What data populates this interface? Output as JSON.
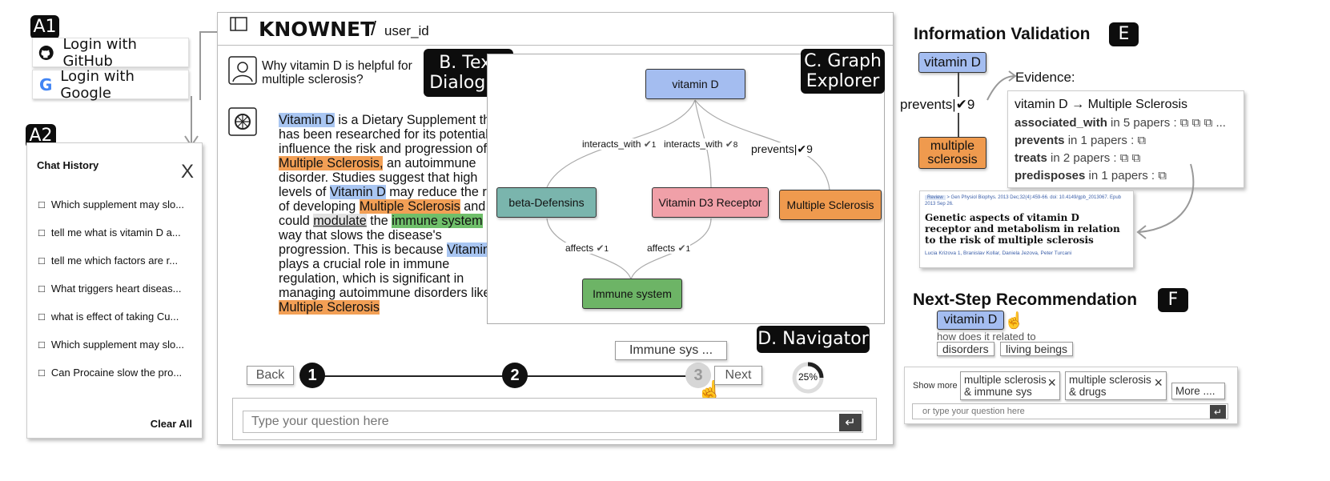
{
  "tags": {
    "a1": "A1",
    "a2": "A2",
    "b": "B. Text\nDialogue",
    "c": "C. Graph\nExplorer",
    "d": "D. Navigator",
    "e": "E",
    "f": "F"
  },
  "login": {
    "github": "Login with GitHub",
    "google": "Login with Google"
  },
  "history": {
    "title": "Chat History",
    "close": "X",
    "items": [
      "Which supplement may slo...",
      "tell me what is vitamin D a...",
      "tell me which factors are r...",
      "What triggers heart diseas...",
      "what is effect of taking Cu...",
      "Which supplement may slo...",
      "Can Procaine slow the pro..."
    ],
    "clear": "Clear All"
  },
  "header": {
    "app": "KNOWNET",
    "sep": "/",
    "user": "user_id"
  },
  "dialogue": {
    "question": "Why vitamin D is helpful for multiple sclerosis?",
    "answer": [
      {
        "t": "Vitamin D",
        "h": "blue"
      },
      {
        "t": " is a Dietary Supplement that has been researched for its potential to influence the risk and progression of ",
        "h": ""
      },
      {
        "t": "Multiple Sclerosis,",
        "h": "orange"
      },
      {
        "t": " an autoimmune disorder. Studies suggest that high levels of ",
        "h": ""
      },
      {
        "t": "Vitamin D",
        "h": "blue"
      },
      {
        "t": " may reduce the risk of developing ",
        "h": ""
      },
      {
        "t": "Multiple Sclerosis",
        "h": "orange"
      },
      {
        "t": " and could ",
        "h": ""
      },
      {
        "t": "modulate",
        "h": "gray"
      },
      {
        "t": " the ",
        "h": ""
      },
      {
        "t": "immune system",
        "h": "green"
      },
      {
        "t": " in a way that slows the disease's progression. This is because ",
        "h": ""
      },
      {
        "t": "Vitamin D",
        "h": "blue"
      },
      {
        "t": " plays a crucial role in immune regulation, which is significant in managing autoimmune disorders like ",
        "h": ""
      },
      {
        "t": "Multiple Sclerosis",
        "h": "orange"
      }
    ]
  },
  "graph": {
    "nodes": {
      "vitd": "vitamin D",
      "beta": "beta-Defensins",
      "vdr": "Vitamin D3 Receptor",
      "ms": "Multiple Sclerosis",
      "immune": "Immune system"
    },
    "edges": {
      "e1": "interacts_with",
      "e1n": "1",
      "e2": "interacts_with",
      "e2n": "8",
      "e3": "prevents",
      "e3n": "9",
      "e4": "affects",
      "e4n": "1",
      "e5": "affects",
      "e5n": "1"
    },
    "colors": {
      "vitd": "#a4bdf0",
      "beta": "#7ab5ad",
      "vdr": "#f0a0a8",
      "ms": "#ef9a4e",
      "immune": "#6db466"
    }
  },
  "navigator": {
    "back": "Back",
    "next": "Next",
    "steps": [
      "1",
      "2",
      "3"
    ],
    "tooltip": "Immune sys ...",
    "progress_label": "25%",
    "progress": 0.25
  },
  "input": {
    "placeholder": "Type your question here"
  },
  "validation": {
    "title": "Information Validation",
    "source": "vitamin D",
    "relation": "prevents",
    "count": "9",
    "target": "multiple\nsclerosis",
    "evidence_label": "Evidence:",
    "card_title": "vitamin D → Multiple Sclerosis",
    "rows": [
      {
        "rel": "associated_with",
        "text": " in 5 papers :",
        "links": 3,
        "more": "..."
      },
      {
        "rel": "prevents",
        "text": " in 1 papers :",
        "links": 1,
        "more": ""
      },
      {
        "rel": "treats",
        "text": " in 2 papers :",
        "links": 2,
        "more": ""
      },
      {
        "rel": "predisposes",
        "text": " in 1 papers :",
        "links": 1,
        "more": ""
      }
    ],
    "paper": {
      "meta_tag": "Review",
      "meta": "> Gen Physiol Biophys. 2013 Dec;32(4):459-66. doi: 10.4149/gpb_2013067. Epub 2013 Sep 26.",
      "title": "Genetic aspects of vitamin D receptor and metabolism in relation to the risk of multiple sclerosis",
      "authors": "Lucia Krizova 1, Branislav Kollar, Daniela Jezova, Peter Turcani"
    }
  },
  "recommendation": {
    "title": "Next-Step Recommendation",
    "entity": "vitamin D",
    "prompt": "how does it related to",
    "chips": [
      "disorders",
      "living beings"
    ],
    "show_more": "Show more",
    "more_chips": [
      "multiple sclerosis\n& immune sys",
      "multiple sclerosis\n& drugs"
    ],
    "more_btn": "More ....",
    "placeholder": "or type your question here"
  }
}
